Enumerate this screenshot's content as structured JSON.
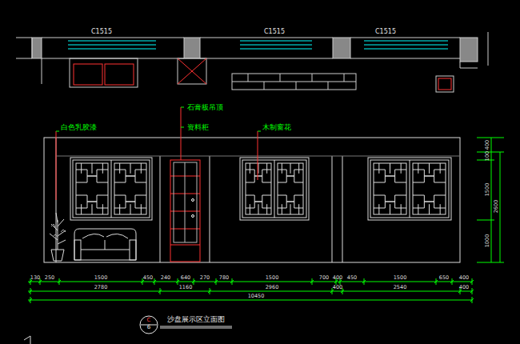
{
  "diagram": {
    "title": "沙盘展示区立面图",
    "nodes": [
      {
        "text": [
          "C",
          "6"
        ]
      }
    ],
    "labels": [
      "C1515",
      "C1515",
      "C1515",
      "白色乳胶漆",
      "石膏板吊顶",
      "资料柜",
      "木制窗花",
      "130",
      "250",
      "1500",
      "450",
      "240",
      "640",
      "270",
      "780",
      "1500",
      "700",
      "400",
      "450",
      "1500",
      "650",
      "400",
      "2780",
      "1160",
      "2960",
      "400",
      "2540",
      "400",
      "10450",
      "400",
      "100",
      "1500",
      "2600",
      "1000"
    ]
  }
}
